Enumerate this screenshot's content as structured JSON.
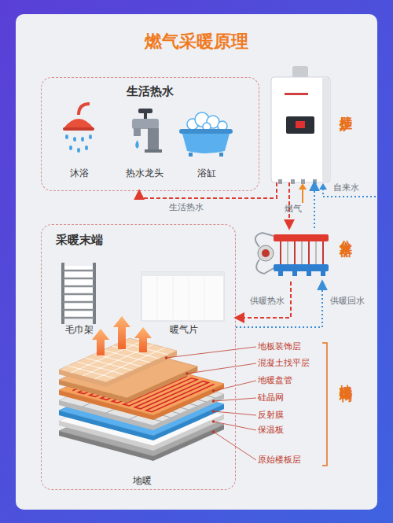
{
  "diagram": {
    "title": "燃气采暖原理",
    "nodes": [
      {
        "text": [
          "生活热水"
        ]
      },
      {
        "text": [
          "沐浴"
        ],
        "in": 0
      },
      {
        "text": [
          "热水龙头"
        ],
        "in": 0
      },
      {
        "text": [
          "浴缸"
        ],
        "in": 0
      },
      {
        "text": [
          "壁挂炉"
        ]
      },
      {
        "text": [
          "分集水器"
        ]
      },
      {
        "text": [
          "采暖末端"
        ]
      },
      {
        "text": [
          "毛巾架"
        ],
        "in": 6
      },
      {
        "text": [
          "暖气片"
        ],
        "in": 6
      },
      {
        "text": [
          "地暖"
        ],
        "in": 6
      }
    ],
    "edges": [
      {
        "from": 4,
        "to": 0,
        "label": "生活热水",
        "arrow": "to"
      },
      {
        "from": 4,
        "to": 5,
        "arrow": "to"
      },
      {
        "from": 5,
        "to": 4,
        "arrow": "to"
      },
      {
        "from": 5,
        "to": 6,
        "label": "供暖热水",
        "arrow": "to"
      },
      {
        "from": 6,
        "to": 5,
        "label": "供暖回水",
        "arrow": "to"
      }
    ],
    "labels": [
      "燃气",
      "自来水",
      "地板装饰层",
      "混凝土找平层",
      "地暖盘管",
      "硅晶网",
      "反射膜",
      "保温板",
      "原始楼板层",
      "地暖结构"
    ]
  }
}
